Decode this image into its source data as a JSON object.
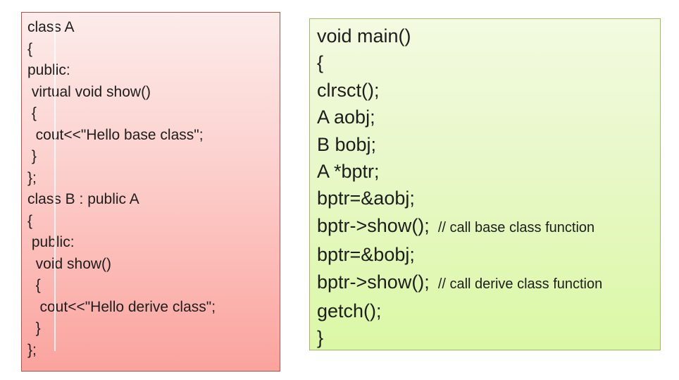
{
  "page": {
    "background_color": "#ffffff",
    "text_color": "#1d1d1d"
  },
  "left_box": {
    "description": "base and derived class definition code block",
    "background_top": "#fcecea",
    "background_bottom": "#fba39d",
    "border_color": "#b5534f",
    "lines": [
      "class A",
      "{",
      "public:",
      " virtual void show()",
      " {",
      "  cout<<\"Hello base class\";",
      " }",
      "};",
      "class B : public A",
      "{",
      " public:",
      "  void show()",
      "  {",
      "   cout<<\"Hello derive class\";",
      "  }",
      "};"
    ]
  },
  "right_box": {
    "description": "main function code block",
    "background_top": "#f3fae1",
    "background_bottom": "#dbf8a5",
    "border_color": "#a2b869",
    "lines": [
      {
        "code": "void main()"
      },
      {
        "code": "{"
      },
      {
        "code": "clrsct();"
      },
      {
        "code": "A aobj;"
      },
      {
        "code": "B bobj;"
      },
      {
        "code": "A *bptr;"
      },
      {
        "code": "bptr=&aobj;"
      },
      {
        "code": "bptr->show();",
        "comment": "// call base class function"
      },
      {
        "code": "bptr=&bobj;"
      },
      {
        "code": "bptr->show();",
        "comment": "// call derive class function"
      },
      {
        "code": "getch();"
      },
      {
        "code": "}"
      }
    ]
  }
}
